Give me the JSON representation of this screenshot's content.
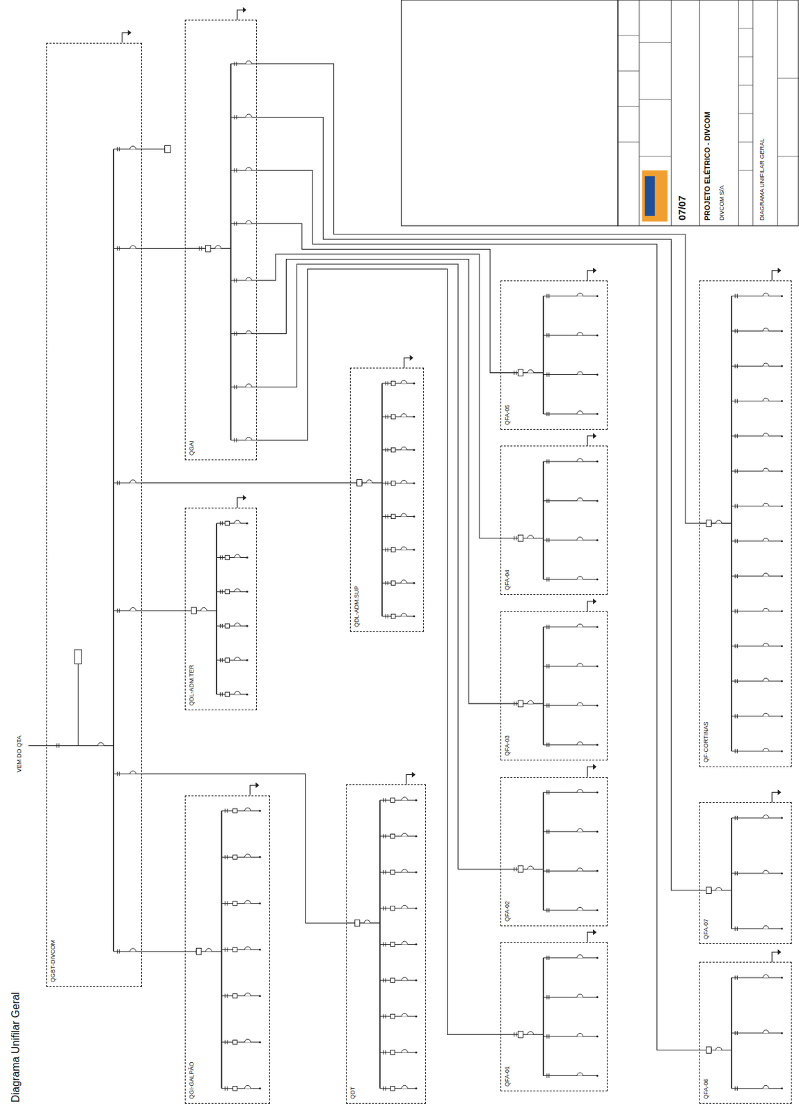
{
  "diagram": {
    "title": "Diagrama Unifilar Geral",
    "nodes": [
      {
        "text": [
          "QGBT-DIVCOM"
        ]
      },
      {
        "text": [
          "QGAI"
        ]
      },
      {
        "text": [
          "QDL-ADM.TER"
        ]
      },
      {
        "text": [
          "QGI-GALPÃO"
        ]
      },
      {
        "text": [
          "QDL-ADM.SUP"
        ]
      },
      {
        "text": [
          "QDT"
        ]
      },
      {
        "text": [
          "QFA-05"
        ]
      },
      {
        "text": [
          "QFA-04"
        ]
      },
      {
        "text": [
          "QFA-03"
        ]
      },
      {
        "text": [
          "QFA-02"
        ]
      },
      {
        "text": [
          "QFA-01"
        ]
      },
      {
        "text": [
          "QF-CORTINAS"
        ]
      },
      {
        "text": [
          "QFA-07"
        ]
      },
      {
        "text": [
          "QFA-06"
        ]
      }
    ],
    "edges": [
      {
        "from": 0,
        "to": 1,
        "arrow": "none"
      },
      {
        "from": 0,
        "to": 4,
        "arrow": "none"
      },
      {
        "from": 0,
        "to": 2,
        "arrow": "none"
      },
      {
        "from": 0,
        "to": 5,
        "arrow": "none"
      },
      {
        "from": 0,
        "to": 3,
        "arrow": "none"
      },
      {
        "from": 1,
        "to": 11,
        "arrow": "none"
      },
      {
        "from": 1,
        "to": 12,
        "arrow": "none"
      },
      {
        "from": 1,
        "to": 13,
        "arrow": "none"
      },
      {
        "from": 1,
        "to": 6,
        "arrow": "none"
      },
      {
        "from": 1,
        "to": 7,
        "arrow": "none"
      },
      {
        "from": 1,
        "to": 8,
        "arrow": "none"
      },
      {
        "from": 1,
        "to": 9,
        "arrow": "none"
      },
      {
        "from": 1,
        "to": 10,
        "arrow": "none"
      }
    ],
    "labels": [
      "VEM DO QTA",
      "07/07",
      "PROJETO ELÉTRICO - DIVCOM",
      "DIVCOM S/A",
      "DIAGRAMA UNIFILAR GERAL"
    ]
  }
}
